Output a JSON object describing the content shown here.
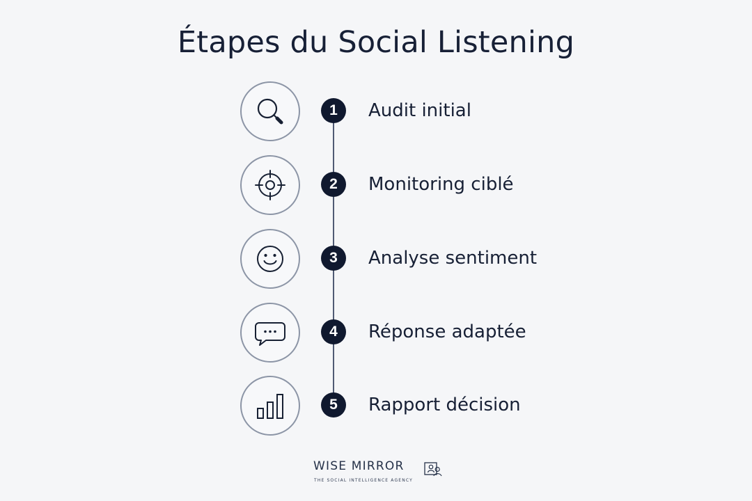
{
  "title": "Étapes du Social Listening",
  "steps": [
    {
      "number": "1",
      "label": "Audit initial",
      "icon": "magnifying-glass-icon"
    },
    {
      "number": "2",
      "label": "Monitoring ciblé",
      "icon": "target-crosshair-icon"
    },
    {
      "number": "3",
      "label": "Analyse sentiment",
      "icon": "smiley-face-icon"
    },
    {
      "number": "4",
      "label": "Réponse adaptée",
      "icon": "speech-bubble-icon"
    },
    {
      "number": "5",
      "label": "Rapport décision",
      "icon": "bar-chart-icon"
    }
  ],
  "brand": {
    "name": "WISE MIRROR",
    "tagline": "THE SOCIAL INTELLIGENCE AGENCY",
    "icon": "mirror-people-icon"
  },
  "colors": {
    "background": "#f5f6f8",
    "text": "#172035",
    "number_badge": "#10192f",
    "icon_stroke": "#172033",
    "circle_border": "#8c95a6",
    "timeline": "#505b74"
  }
}
